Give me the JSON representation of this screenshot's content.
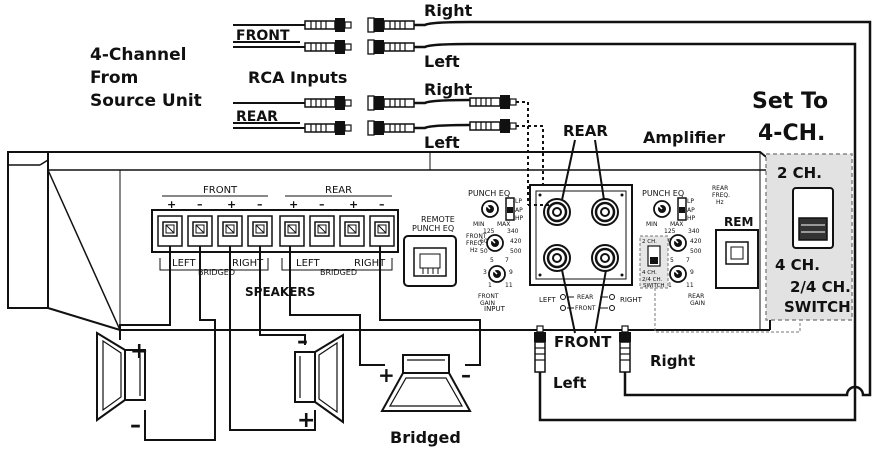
{
  "source": {
    "line1": "4-Channel",
    "line2": "From",
    "line3": "Source Unit",
    "rca_inputs": "RCA Inputs"
  },
  "channels": {
    "front": "FRONT",
    "rear": "REAR",
    "right": "Right",
    "left": "Left"
  },
  "amp": {
    "title": "Amplifier",
    "set_to_line1": "Set To",
    "set_to_line2": "4-CH.",
    "rear_label": "REAR",
    "front_label": "FRONT",
    "front_rca_left": "Left",
    "front_rca_right": "Right"
  },
  "switch": {
    "ch2": "2 CH.",
    "ch4": "4 CH.",
    "name_line1": "2/4 CH.",
    "name_line2": "SWITCH"
  },
  "terminals": {
    "front": "FRONT",
    "rear": "REAR",
    "signs": [
      "+",
      "–",
      "+",
      "–",
      "+",
      "–",
      "+",
      "–"
    ],
    "left": "LEFT",
    "right": "RIGHT",
    "bridged": "BRIDGED",
    "speakers": "SPEAKERS"
  },
  "panel": {
    "remote_line1": "REMOTE",
    "remote_line2": "PUNCH EQ",
    "punch_eq": "PUNCH EQ",
    "min": "MIN",
    "max": "MAX",
    "lp": "LP",
    "ap": "AP",
    "hp": "HP",
    "front_freq": [
      "FRONT",
      "FREQ.",
      "Hz"
    ],
    "rear_freq": [
      "REAR",
      "FREQ.",
      "Hz"
    ],
    "freq_ticks": [
      "125",
      "340",
      "60",
      "420",
      "50",
      "500"
    ],
    "gain_ticks": [
      "5",
      "7",
      "3",
      "9",
      "1",
      "11"
    ],
    "front_gain": [
      "FRONT",
      "GAIN"
    ],
    "rear_gain": [
      "REAR",
      "GAIN"
    ],
    "input": "INPUT",
    "left": "LEFT",
    "right": "RIGHT",
    "rear_small": "REAR",
    "front_small": "FRONT",
    "mini_switch": [
      "2 CH.",
      "4 CH.",
      "2/4 CH.",
      "SWITCH"
    ],
    "rem": "REM"
  },
  "speakers": {
    "plus": "+",
    "minus": "–",
    "bridged": "Bridged"
  }
}
